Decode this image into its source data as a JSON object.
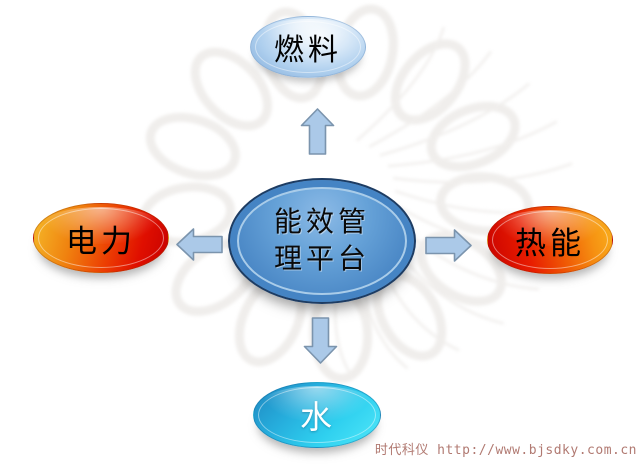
{
  "diagram": {
    "center_node": {
      "label_line1": "能效管",
      "label_line2": "理平台",
      "full_label": "能效管理平台",
      "body_color": "#4b88c6",
      "ring_color": "#4584c4",
      "border_color": "#1d3c63"
    },
    "nodes": [
      {
        "id": "fuel",
        "label": "燃料",
        "position": "top",
        "color_start": "#d9e9f8",
        "color_end": "#7fa9d8",
        "text_color": "#000000"
      },
      {
        "id": "electricity",
        "label": "电力",
        "position": "left",
        "color_start": "#f5bc2a",
        "color_end": "#c60000",
        "text_color": "#000000"
      },
      {
        "id": "heat",
        "label": "热能",
        "position": "right",
        "color_start": "#c80000",
        "color_end": "#fab41e",
        "text_color": "#000000"
      },
      {
        "id": "water",
        "label": "水",
        "position": "bottom",
        "color_start": "#1f86bf",
        "color_end": "#52e9fa",
        "text_color": "#ffffff"
      }
    ],
    "arrows": [
      {
        "direction": "up"
      },
      {
        "direction": "left"
      },
      {
        "direction": "right"
      },
      {
        "direction": "down"
      }
    ],
    "arrow_fill": "#abc9e8",
    "arrow_stroke": "#7b94ad"
  },
  "watermark": {
    "text": "时代科仪 http://www.bjsdky.com.cn",
    "color": "#b17a72"
  }
}
